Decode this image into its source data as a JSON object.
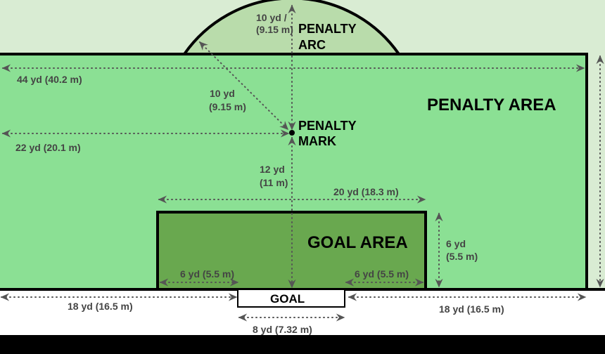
{
  "colors": {
    "background_top": "#d9ecd3",
    "penalty_area_fill": "#8be094",
    "penalty_arc_fill": "#b9dcab",
    "goal_area_fill": "#69a84f",
    "line": "#000000",
    "dimension": "#555555",
    "label": "#444444",
    "bottom_band": "#000000"
  },
  "regions": {
    "penalty_area": "PENALTY AREA",
    "goal_area": "GOAL AREA",
    "penalty_arc_line1": "PENALTY",
    "penalty_arc_line2": "ARC",
    "penalty_mark_line1": "PENALTY",
    "penalty_mark_line2": "MARK",
    "goal": "GOAL"
  },
  "dimensions": {
    "arc_radius_line1": "10 yd /",
    "arc_radius_line2": "(9.15 m)",
    "penalty_area_width": "44 yd (40.2 m)",
    "half_width": "22 yd (20.1 m)",
    "mark_radius_line1": "10 yd",
    "mark_radius_line2": "(9.15 m)",
    "mark_distance_line1": "12 yd",
    "mark_distance_line2": "(11 m)",
    "goal_area_width": "20 yd (18.3 m)",
    "goal_area_depth_line1": "6 yd",
    "goal_area_depth_line2": "(5.5 m)",
    "goal_area_side_left": "6 yd (5.5 m)",
    "goal_area_side_right": "6 yd (5.5 m)",
    "penalty_side_left": "18 yd (16.5 m)",
    "penalty_side_right": "18 yd (16.5 m)",
    "goal_width": "8 yd (7.32 m)"
  }
}
